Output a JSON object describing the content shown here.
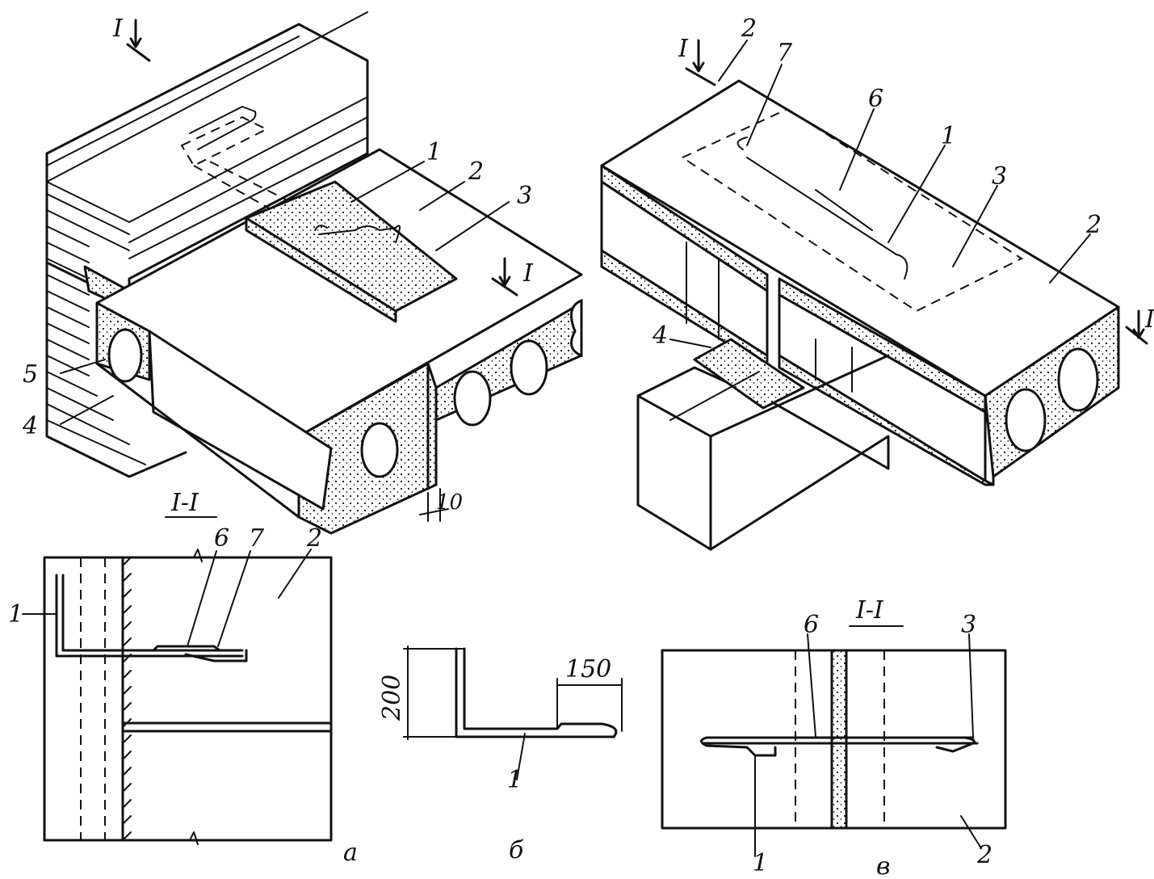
{
  "figure": {
    "top_left": {
      "section_marks": [
        "I",
        "I"
      ],
      "callouts": [
        "1",
        "2",
        "3",
        "4",
        "5"
      ],
      "dimension": "10"
    },
    "top_right": {
      "section_marks": [
        "I",
        "I"
      ],
      "callouts": [
        "2",
        "7",
        "6",
        "1",
        "3",
        "2",
        "4"
      ]
    },
    "section_a": {
      "title": "I-I",
      "callouts": [
        "6",
        "7",
        "2",
        "1"
      ],
      "letter": "а"
    },
    "section_b": {
      "dimensions": [
        "200",
        "150"
      ],
      "callouts": [
        "1"
      ],
      "letter": "б"
    },
    "section_v": {
      "title": "I-I",
      "callouts": [
        "6",
        "3",
        "1",
        "2"
      ],
      "letter": "в"
    }
  }
}
